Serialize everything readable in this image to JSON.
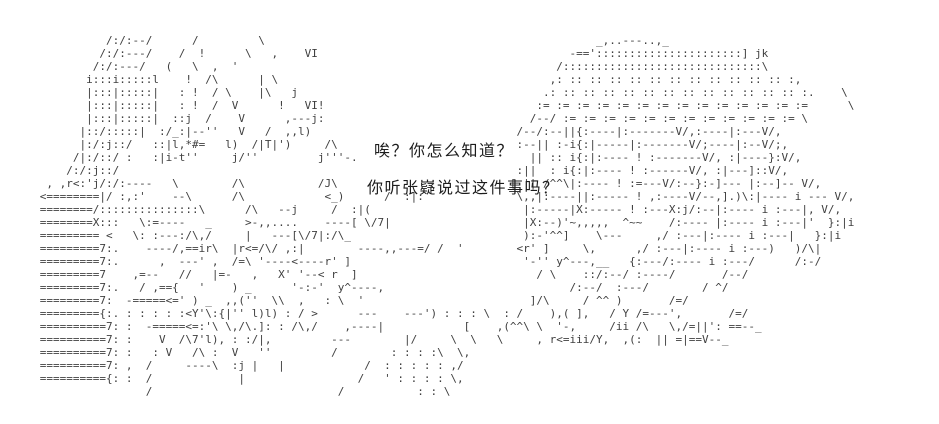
{
  "scene": {
    "kind": "ascii-art-dialogue-scene",
    "background_color": "#ffffff",
    "art_color": "#3f3f3f",
    "dialogue_color": "#1c1c1c"
  },
  "dialogue": {
    "line1": "唉？你怎么知道？",
    "line2": "你听张嶷说过这件事吗？"
  },
  "ascii_art": {
    "description": "Monochrome AA scene: left character with lined hair, box-hatched sleeve and radiating fan of dashes; right character with large dotted dome hat and vertically patterned robe; small figure between them lower-center.",
    "lines": [
      "                /:/:--/      /         \\                                                  _,..---..,_",
      "               /:/:---/    /  !      \\   ,    VI                                      -=='::::::::::::::::::::::] jk",
      "              /:/:---/   (   \\  ,  '                                                /::::::::::::::::::::::::::::::\\",
      "             i:::i:::::l    !  /\\      | \\                                         ,: :: :: :: :: :: :: :: :: :: :: :: :,",
      "             |:::|:::::|   : !  / \\    |\\   j                                     .: :: :: :: :: :: :: :: :: :: :: :: :: :.    \\",
      "             |:::|:::::|   : !  /  V      !   VI!                                := := := := := := := := := := := := := :=      \\",
      "             |:::|:::::|  ::j  /    V      ,---j:                               /--/ := := := := := := := := := := := := \\",
      "            |::/:::::|  :/_:|--''   V   /  ,,l)                               /--/:--||{:----|:-------V/,:----|:---V/,",
      "            |:/:j::/   ::|l,*#=   l)  /|T|')     /\\                           :--|| :-i{:|-----|:-------V/;----|:--V/;,",
      "           /|:/::/ :   :|i-t''     j/''         j'''-.                          || :: i{:|:---- ! :-------V/, :|----}:V/,",
      "          /:/:j::/                                                            :||  : i{:|:---- ! :------V/, :|---]::V/,",
      "       , ,r<:'j/:/:----   \\        /\\           /J\\                          [ || /^^\\|:---- ! :=---V/:--}:-]--- |:--]-- V/,",
      "      <========|/ :,:'    --\\      /\\            <_)      /  :|:              \\,,|:----||:----- ! ,:----V/--,].)\\:|---- i --- V/,",
      "      ========/:::::::::::::::\\      /\\   --j     /  :|(                       |:-----|X:----- ! :---X:j/:--|:---- i :---|, V/,",
      "      ========X:::   \\:=----   _     >-,,....    ----[ \\/7|                    |X:--)'~,,,,,  ^~~    /:---- |:---- i :---|'  }:|i",
      "      ========= <   \\: :---:/\\,/     |   ---[\\/7|:/\\_                          ):-'^^]    \\---     ,/ :---|:---- i :---|   }:|i",
      "      =========7:.    ----/,==ir\\  |r<=/\\/ ,:|        ----,,---=/ /  '        <r' ]     \\,      ,/ :---|:---- i :---)   )/\\|",
      "      =========7:.      ,  ---' ,  /=\\ '----<----r' ]                          '-'' y^---,__   {:---/:---- i :---/      /:-/",
      "      =========7    ,=--   //   |=-   ,   X' '--< r  ]                           / \\    ::/:--/ :----/       /--/",
      "      =========7:.   / ,=={   '    ) _      '-:-'  y^----,                            /:--/  :---/        / ^/",
      "      =========7:  -=====<=' ) _  ,,(''  \\\\  ,   : \\  '                         ]/\\     / ^^ )       /=/",
      "      ========={:. : : : : :<Y'\\:{|'' l)l) : / >      ---    ---') : : : \\  : /    ),( ],   / Y /=---',       /=/",
      "      ==========7: :  -=====<=:'\\ \\,/\\.]: : /\\,/    ,----|            [    ,(^^\\ \\  '-,     /ii /\\   \\,/=||': ==--_",
      "      ==========7: :    V  /\\7'l), : :/|,         ---        |/     \\  \\   \\     , r<=iii/Y,  ,(:  || =|==V--_",
      "      ==========7: :   : V   /\\ :  V   ''         /        : : : :\\  \\,",
      "      ==========7: ,  /     ----\\  :j |   |            /  : : : : : ,/",
      "      =========={: :  /             |                 /   ' : : : : \\,",
      "                      /                            /           : : \\"
    ]
  }
}
